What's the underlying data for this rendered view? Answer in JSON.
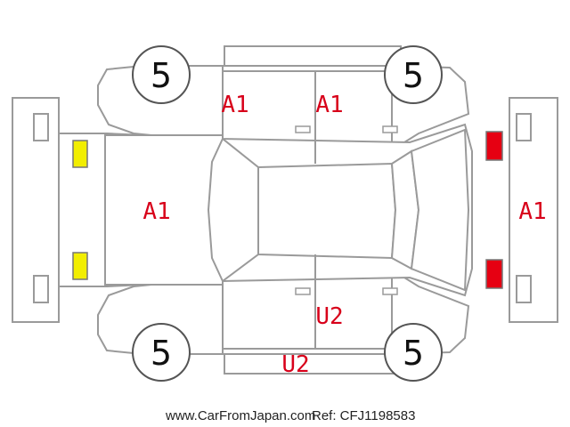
{
  "tires": {
    "front_left": "5",
    "front_right": "5",
    "rear_left": "5",
    "rear_right": "5"
  },
  "damage_codes": {
    "left_front_door": "A1",
    "left_rear_door": "A1",
    "hood": "A1",
    "rear_bumper": "A1",
    "right_rear_door": "U2",
    "right_rocker": "U2"
  },
  "lamps": {
    "front_color": "#f2ee00",
    "rear_color": "#e60012"
  },
  "colors": {
    "outline": "#9a9a9a",
    "code_text": "#d8001a"
  },
  "footer": {
    "source": "www.CarFromJapan.com",
    "ref": "Ref: CFJ1198583"
  }
}
